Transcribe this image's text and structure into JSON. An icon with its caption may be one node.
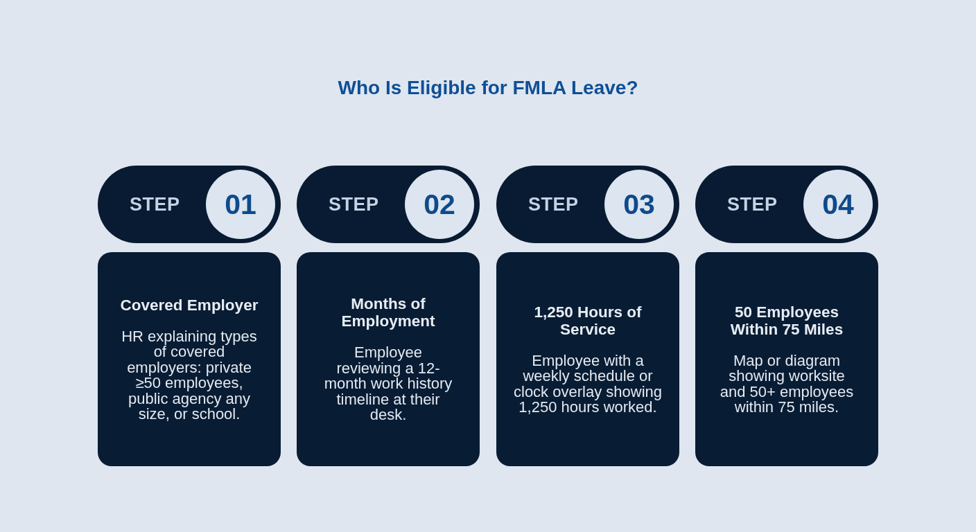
{
  "diagram": {
    "title": "Who Is Eligible for FMLA Leave?",
    "nodes": [
      {
        "text": [
          "STEP"
        ]
      },
      {
        "text": [
          "01"
        ],
        "in": 0
      },
      {
        "text": [
          "STEP"
        ]
      },
      {
        "text": [
          "02"
        ],
        "in": 2
      },
      {
        "text": [
          "STEP"
        ]
      },
      {
        "text": [
          "03"
        ],
        "in": 4
      },
      {
        "text": [
          "STEP"
        ]
      },
      {
        "text": [
          "04"
        ],
        "in": 6
      },
      {
        "text": [
          "Covered Employer",
          "HR explaining types of covered employers: private ≥50 employees, public agency any size, or school."
        ]
      },
      {
        "text": [
          "Months of Employment",
          "Employee reviewing a 12-month work history timeline at their desk."
        ]
      },
      {
        "text": [
          "1,250 Hours of Service",
          "Employee with a weekly schedule or clock overlay showing 1,250 hours worked."
        ]
      },
      {
        "text": [
          "50 Employees Within 75 Miles",
          "Map or diagram showing worksite and 50+ employees within 75 miles."
        ]
      }
    ]
  }
}
